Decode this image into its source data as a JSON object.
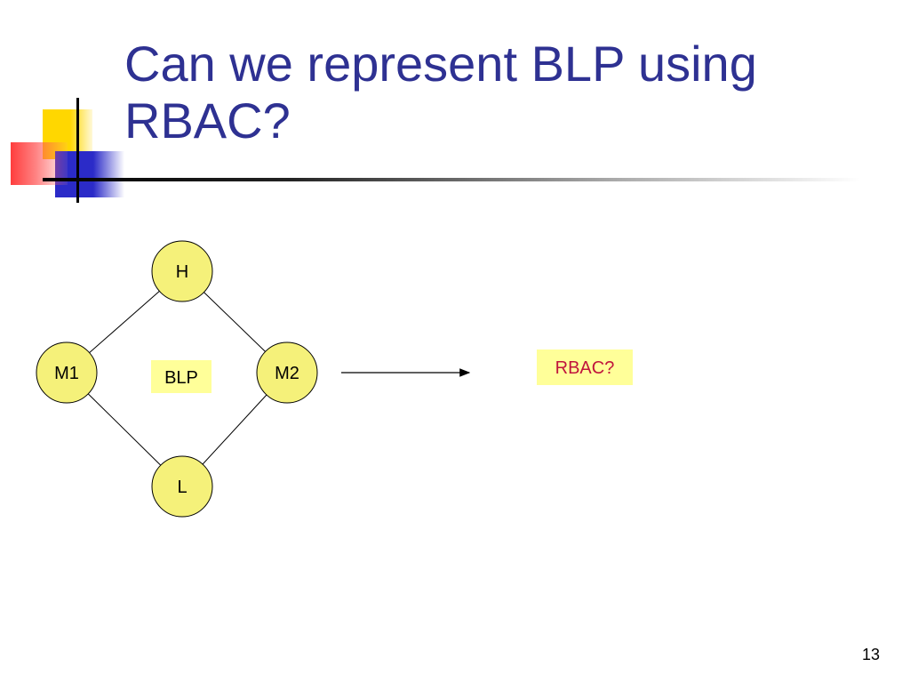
{
  "slide": {
    "title": "Can we represent BLP using RBAC?",
    "page_number": "13"
  },
  "diagram": {
    "nodes": [
      {
        "id": "H",
        "label": "H"
      },
      {
        "id": "M1",
        "label": "M1"
      },
      {
        "id": "M2",
        "label": "M2"
      },
      {
        "id": "L",
        "label": "L"
      }
    ],
    "edges": [
      {
        "from": "H",
        "to": "M1"
      },
      {
        "from": "H",
        "to": "M2"
      },
      {
        "from": "M1",
        "to": "L"
      },
      {
        "from": "M2",
        "to": "L"
      }
    ],
    "center_label": "BLP",
    "target_label": "RBAC?",
    "colors": {
      "node_fill": "#f5f17a",
      "label_box_fill": "#ffff99",
      "target_text": "#c0143c",
      "title_text": "#2e3192"
    }
  }
}
